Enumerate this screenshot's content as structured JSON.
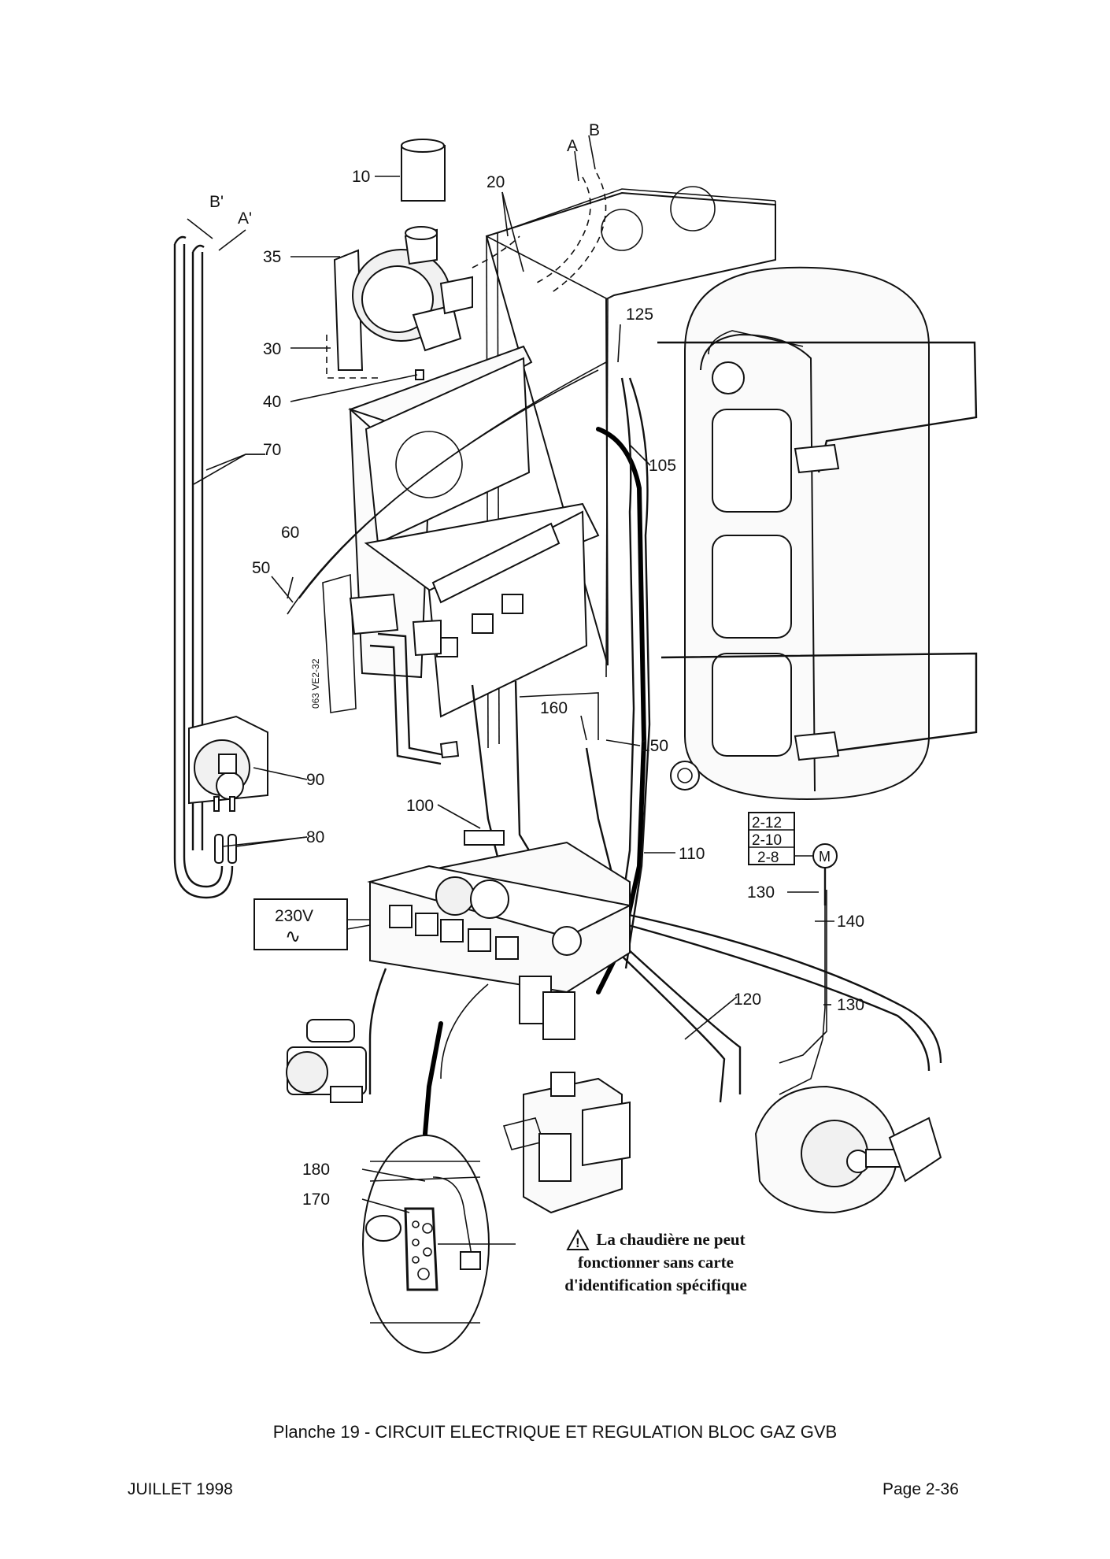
{
  "diagram": {
    "part_labels": [
      "10",
      "20",
      "35",
      "30",
      "40",
      "70",
      "60",
      "50",
      "90",
      "80",
      "100",
      "125",
      "105",
      "160",
      "150",
      "110",
      "130",
      "140",
      "120",
      "180",
      "170"
    ],
    "connection_labels": [
      "A",
      "B",
      "A'",
      "B'"
    ],
    "power_label": "230V",
    "power_symbol": "∿",
    "box_codes": [
      "2-12",
      "2-10",
      "2-8"
    ],
    "motor_symbol": "M",
    "figure_code": "063 VE2-32",
    "warning": {
      "line1": "La chaudière ne peut",
      "line2": "fonctionner sans carte",
      "line3": "d'identification spécifique"
    }
  },
  "caption": "Planche 19 - CIRCUIT ELECTRIQUE ET REGULATION BLOC GAZ GVB",
  "footer": {
    "date": "JUILLET 1998",
    "page": "Page 2-36"
  }
}
